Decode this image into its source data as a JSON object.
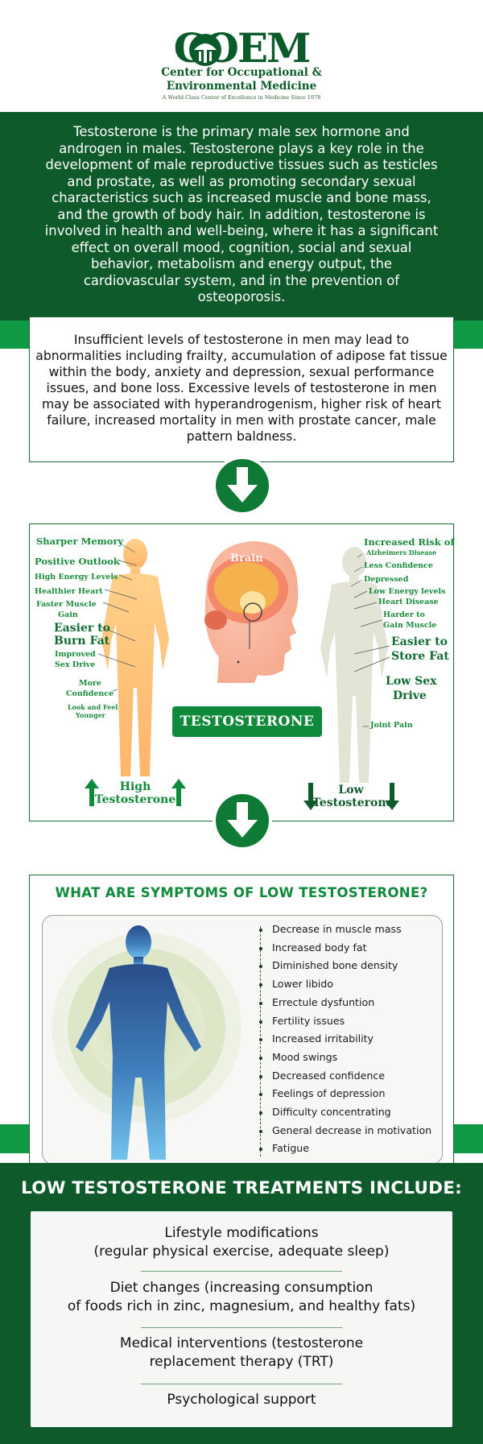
{
  "logo": {
    "letters": "COEM",
    "line1": "Center for Occupational &",
    "line2": "Environmental Medicine",
    "line3": "A World-Class Center of Excellence in Medicine Since 1978"
  },
  "intro": {
    "text": "Testosterone is the primary male sex hormone and androgen in males. Testosterone plays a key role in the development of male reproductive tissues such as testicles and prostate, as well as promoting secondary sexual characteristics such as increased muscle and bone mass, and the growth of body hair. In addition, testosterone is involved in health and well-being, where it has a significant effect on overall mood, cognition, social and sexual behavior, metabolism and energy output, the cardiovascular system, and in the prevention of osteoporosis."
  },
  "levels": {
    "text": "Insufficient levels of testosterone in men may lead to abnormalities including frailty, accumulation of adipose fat tissue within the body, anxiety and depression, sexual performance issues, and bone loss. Excessive levels of testosterone in men may be associated with hyperandrogenism, higher risk of heart failure, increased mortality in men with prostate cancer, male pattern baldness."
  },
  "infographic": {
    "brain_label": "Brain",
    "badge": "TESTOSTERONE",
    "high_labels": {
      "sharper_memory": "Sharper Memory",
      "positive_outlook": "Positive Outlook",
      "high_energy": "High Energy Levels",
      "healthier_heart": "Healthier Heart",
      "faster_muscle": "Faster Muscle",
      "gain": "Gain",
      "easier_to": "Easier to",
      "burn_fat": "Burn Fat",
      "improved": "Improved",
      "sex_drive": "Sex Drive",
      "more": "More",
      "confidence": "Confidence",
      "look_feel": "Look and Feel",
      "younger": "Younger"
    },
    "low_labels": {
      "increased_risk": "Increased Risk of",
      "alzheimers": "Alzheimers Disease",
      "less_confidence": "Less Confidence",
      "depressed": "Depressed",
      "low_energy": "Low Energy levels",
      "heart_disease": "Heart Disease",
      "harder_to": "Harder to",
      "gain_muscle": "Gain Muscle",
      "easier_to": "Easier to",
      "store_fat": "Store Fat",
      "low_sex": "Low Sex",
      "drive": "Drive",
      "joint_pain": "Joint Pain"
    },
    "high": {
      "line1": "High",
      "line2": "Testosterone"
    },
    "low": {
      "line1": "Low",
      "line2": "Testosterone"
    }
  },
  "symptoms": {
    "title": "WHAT ARE SYMPTOMS OF LOW TESTOSTERONE?",
    "items": [
      "Decrease in muscle mass",
      "Increased body fat",
      "Diminished bone density",
      "Lower libido",
      "Errectule dysfuntion",
      "Fertility issues",
      "Increased irritability",
      "Mood swings",
      "Decreased confidence",
      "Feelings of depression",
      "Difficulty concentrating",
      "General decrease in motivation",
      "Fatigue"
    ]
  },
  "treatments": {
    "title": "LOW TESTOSTERONE TREATMENTS INCLUDE:",
    "items": [
      {
        "line1": "Lifestyle modifications",
        "line2": "(regular physical exercise, adequate sleep)"
      },
      {
        "line1": "Diet changes (increasing consumption",
        "line2": "of foods rich in zinc, magnesium, and healthy fats)"
      },
      {
        "line1": "Medical interventions (testosterone",
        "line2": "replacement therapy (TRT)"
      },
      {
        "line1": "Psychological support"
      }
    ]
  },
  "colors": {
    "dark_green": "#0f5a2b",
    "accent_green": "#119a46",
    "text_green": "#1a8a3c"
  }
}
